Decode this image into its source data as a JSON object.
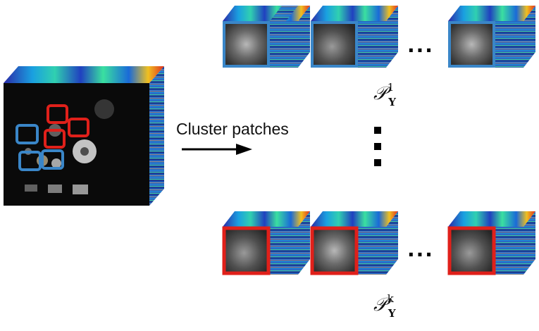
{
  "diagram": {
    "arrow_label": "Cluster patches",
    "top_cluster": {
      "symbol": "𝒫",
      "superscript": "1",
      "subscript": "Y",
      "frame_color": "#3a86c8"
    },
    "bottom_cluster": {
      "symbol": "𝒫",
      "superscript": "k",
      "subscript": "Y",
      "frame_color": "#e0201a"
    },
    "ellipsis": "...",
    "source_cube": {
      "box_colors": [
        "#3a86c8",
        "#e0201a"
      ]
    }
  }
}
